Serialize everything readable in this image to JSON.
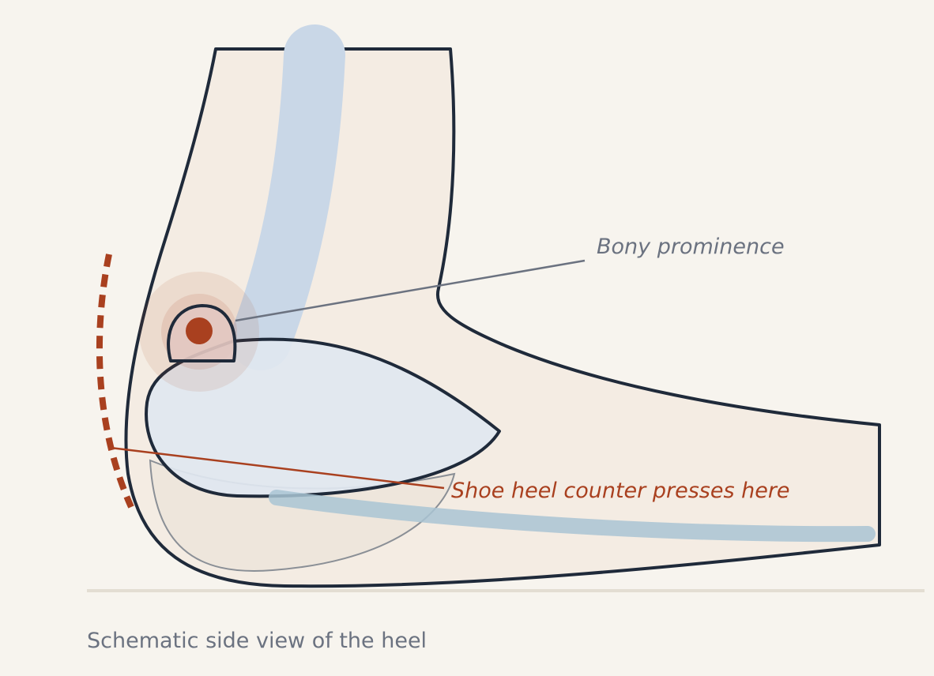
{
  "labels": {
    "bony_prominence": "Bony prominence",
    "shoe_counter": "Shoe heel counter presses here"
  },
  "caption": "Schematic side view of the heel",
  "colors": {
    "background": "#f7f4ee",
    "foot_fill": "#f4ece3",
    "outline": "#1f2a3a",
    "tendon": "#c9d7e7",
    "calcaneus_fill": "#e0e7f0",
    "fat_pad": "#ece5da",
    "plantar_fascia": "#a9c4d3",
    "prominence_accent": "#a9401f",
    "pressure_accent": "#a9401f",
    "muted_label": "#6b7280",
    "ground": "#e3ddd2"
  },
  "icons": {
    "pressure_indicator": "dashed-arc",
    "prominence_marker": "bump-with-dot"
  }
}
